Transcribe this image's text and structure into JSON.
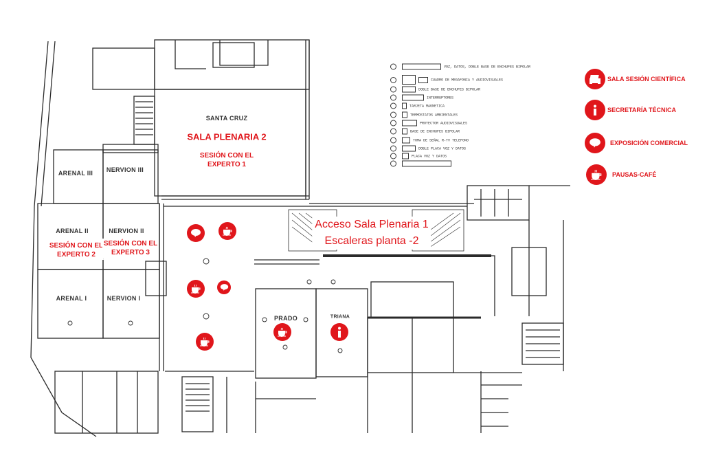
{
  "rooms": {
    "santa_cruz": "SANTA CRUZ",
    "arenal_3": "ARENAL III",
    "nervion_3": "NERVION III",
    "arenal_2": "ARENAL II",
    "nervion_2": "NERVION II",
    "arenal_1": "ARENAL I",
    "nervion_1": "NERVION I",
    "prado": "PRADO",
    "triana": "TRIANA"
  },
  "sessions": {
    "plenaria_2": "SALA PLENARIA 2",
    "experto_1": [
      "SESIÓN CON EL",
      "EXPERTO 1"
    ],
    "experto_2": [
      "SESIÓN CON EL",
      "EXPERTO 2"
    ],
    "experto_3": [
      "SESIÓN CON EL",
      "EXPERTO 3"
    ]
  },
  "access": [
    "Acceso Sala Plenaria 1",
    "Escaleras planta -2"
  ],
  "legend": [
    {
      "icon": "armchair-icon",
      "label": "SALA SESIÓN CIENTÍFICA"
    },
    {
      "icon": "info-icon",
      "label": "SECRETARÍA TÉCNICA"
    },
    {
      "icon": "speech-bubble-icon",
      "label": "EXPOSICIÓN COMERCIAL"
    },
    {
      "icon": "coffee-cup-icon",
      "label": "PAUSAS-CAFÉ"
    }
  ],
  "symbol_legend": [
    "VOZ, DATOS, DOBLE BASE DE ENCHUFES BIPOLAR",
    "CUADRO DE MEGAFONIA Y AUDIOVISUALES",
    "DOBLE BASE DE ENCHUFES BIPOLAR",
    "INTERRUPTORES",
    "TARJETA MAGNETICA",
    "TERMOSTATOS AMBIENTALES",
    "PROYECTOR AUDIOVISUALES",
    "BASE DE ENCHUFES BIPOLAR",
    "TOMA DE SEÑAL R-TV TELEFONO",
    "DOBLE PLACA VOZ Y DATOS",
    "PLACA VOZ Y DATOS",
    ""
  ],
  "colors": {
    "accent": "#e0161b",
    "lines": "#2a2a2a"
  }
}
